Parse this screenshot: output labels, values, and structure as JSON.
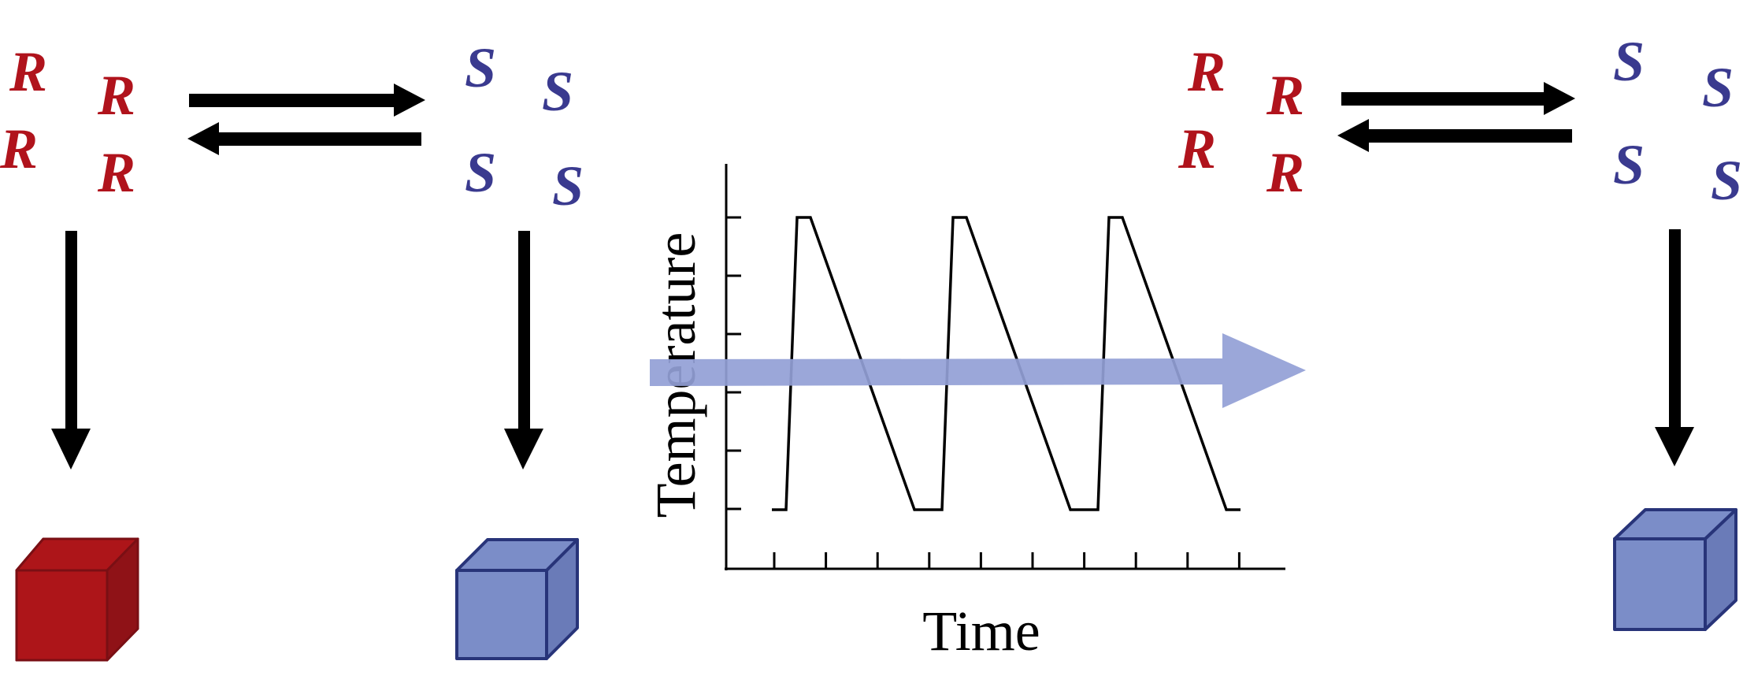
{
  "enantiomer_labels": {
    "R": "R",
    "S": "S"
  },
  "colors": {
    "r_text": "#b0131c",
    "s_text": "#3a3a8f",
    "red_crystal": "#ad1519",
    "red_crystal_dark": "#8f1217",
    "red_crystal_edge": "#7a0f14",
    "blue_crystal": "#7b8dc8",
    "blue_crystal_dark": "#6a7bb8",
    "blue_crystal_edge": "#283479",
    "process_arrow": "#939fd6",
    "line": "#000000"
  },
  "graph": {
    "y_label": "Temperature",
    "x_label": "Time",
    "cycles": 3,
    "y_ticks": 6,
    "x_ticks": 10
  },
  "icons": {
    "equilibrium": "equilibrium-arrows-icon",
    "down_arrow": "down-arrow-icon",
    "crystal": "cube-crystal-icon",
    "process_arrow": "process-direction-arrow-icon"
  }
}
